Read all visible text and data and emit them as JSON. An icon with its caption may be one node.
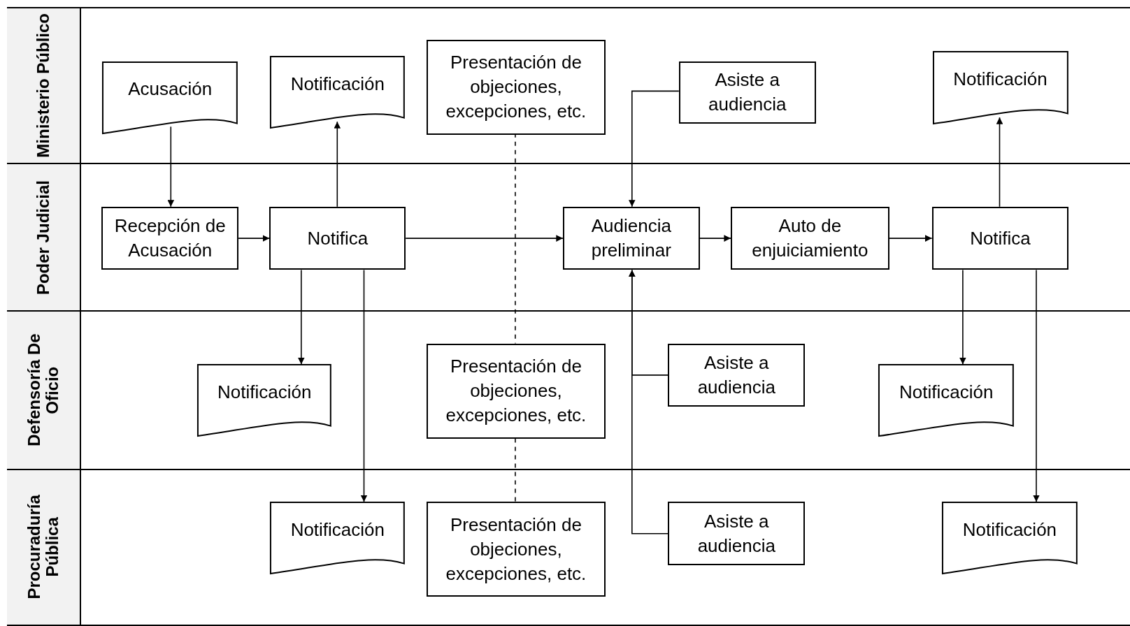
{
  "diagram": {
    "nodes": [
      {
        "text": [
          "Ministerio Público"
        ]
      },
      {
        "text": [
          "Poder Judicial"
        ]
      },
      {
        "text": [
          "Defensoría De Oficio"
        ]
      },
      {
        "text": [
          "Procuraduría Pública"
        ]
      },
      {
        "text": [
          "Acusación"
        ],
        "in": 0
      },
      {
        "text": [
          "Notificación"
        ],
        "in": 0
      },
      {
        "text": [
          "Presentación de objeciones, excepciones, etc."
        ],
        "in": 0
      },
      {
        "text": [
          "Asiste a audiencia"
        ],
        "in": 0
      },
      {
        "text": [
          "Notificación"
        ],
        "in": 0
      },
      {
        "text": [
          "Recepción de Acusación"
        ],
        "in": 1
      },
      {
        "text": [
          "Notifica"
        ],
        "in": 1
      },
      {
        "text": [
          "Audiencia preliminar"
        ],
        "in": 1
      },
      {
        "text": [
          "Auto de enjuiciamiento"
        ],
        "in": 1
      },
      {
        "text": [
          "Notifica"
        ],
        "in": 1
      },
      {
        "text": [
          "Notificación"
        ],
        "in": 2
      },
      {
        "text": [
          "Presentación de objeciones, excepciones, etc."
        ],
        "in": 2
      },
      {
        "text": [
          "Asiste a audiencia"
        ],
        "in": 2
      },
      {
        "text": [
          "Notificación"
        ],
        "in": 2
      },
      {
        "text": [
          "Notificación"
        ],
        "in": 3
      },
      {
        "text": [
          "Presentación de objeciones, excepciones, etc."
        ],
        "in": 3
      },
      {
        "text": [
          "Asiste a audiencia"
        ],
        "in": 3
      },
      {
        "text": [
          "Notificación"
        ],
        "in": 3
      }
    ],
    "edges": [
      {
        "from": 4,
        "to": 9,
        "arrow": "to"
      },
      {
        "from": 9,
        "to": 10,
        "arrow": "to"
      },
      {
        "from": 10,
        "to": 5,
        "arrow": "to"
      },
      {
        "from": 10,
        "to": 11,
        "arrow": "to"
      },
      {
        "from": 7,
        "to": 11,
        "arrow": "to"
      },
      {
        "from": 11,
        "to": 12,
        "arrow": "to"
      },
      {
        "from": 12,
        "to": 13,
        "arrow": "to"
      },
      {
        "from": 13,
        "to": 8,
        "arrow": "to"
      },
      {
        "from": 10,
        "to": 14,
        "arrow": "to"
      },
      {
        "from": 10,
        "to": 18,
        "arrow": "to"
      },
      {
        "from": 16,
        "to": 11,
        "arrow": "to"
      },
      {
        "from": 20,
        "to": 11,
        "arrow": "to"
      },
      {
        "from": 13,
        "to": 17,
        "arrow": "to"
      },
      {
        "from": 13,
        "to": 21,
        "arrow": "to"
      },
      {
        "from": 6,
        "to": 15,
        "arrow": "none",
        "style": "dashed"
      },
      {
        "from": 15,
        "to": 19,
        "arrow": "none",
        "style": "dashed"
      }
    ]
  }
}
